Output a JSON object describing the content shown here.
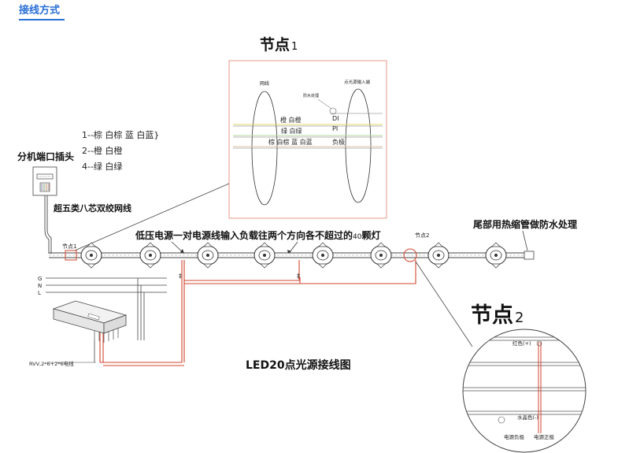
{
  "tab": {
    "label": "接线方式"
  },
  "node1": {
    "title": "节点",
    "suffix": "1"
  },
  "node2": {
    "title": "节点",
    "suffix": "2"
  },
  "inset1": {
    "network_cable": "网线",
    "light_input": "点光源输入端",
    "waterproof": "防水处理",
    "wire_orange": "橙 白橙",
    "wire_green": "绿 白绿",
    "wire_brown_blue": "棕 白棕 蓝 白蓝",
    "di": "DI",
    "pi": "PI",
    "negative": "负极"
  },
  "legend": {
    "line1": "1--棕 白棕   蓝 白蓝}",
    "line2": "2--橙 白橙",
    "line3": "4--绿 白绿"
  },
  "connector_label": "分机端口插头",
  "cable_label": "超五类八芯双绞网线",
  "chain_caption_main": "低压电源一对电源线输入负载往两个方向各不超过的",
  "chain_caption_num": "40",
  "chain_caption_unit": "颗灯",
  "small_node1": "节点1",
  "small_node2": "节点2",
  "tail_label": "尾部用热缩管做防水处理",
  "power_lines": {
    "g": "G",
    "n": "N",
    "l": "L"
  },
  "power_cable_label": "RVV,2*6+2*6电线",
  "diagram_title": "LED20点光源接线图",
  "inset2": {
    "red": "红色(+)",
    "crystal": "水晶色(-)",
    "neg": "电源负极",
    "pos": "电源正极"
  }
}
